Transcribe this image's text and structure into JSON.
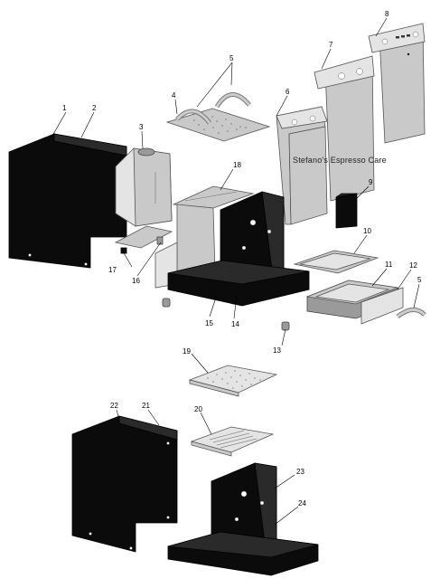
{
  "watermark": "Stefano's Espresso Care",
  "callouts": {
    "n1": "1",
    "n2": "2",
    "n3": "3",
    "n4": "4",
    "n5a": "5",
    "n5b": "5",
    "n6": "6",
    "n7": "7",
    "n8": "8",
    "n9": "9",
    "n10": "10",
    "n11": "11",
    "n12": "12",
    "n13": "13",
    "n14": "14",
    "n15": "15",
    "n16": "16",
    "n17": "17",
    "n18": "18",
    "n19": "19",
    "n20": "20",
    "n21": "21",
    "n22": "22",
    "n23": "23",
    "n24": "24"
  },
  "colors": {
    "black_part": "#0b0b0b",
    "steel_part": "#c9c9c9",
    "background": "#ffffff"
  }
}
